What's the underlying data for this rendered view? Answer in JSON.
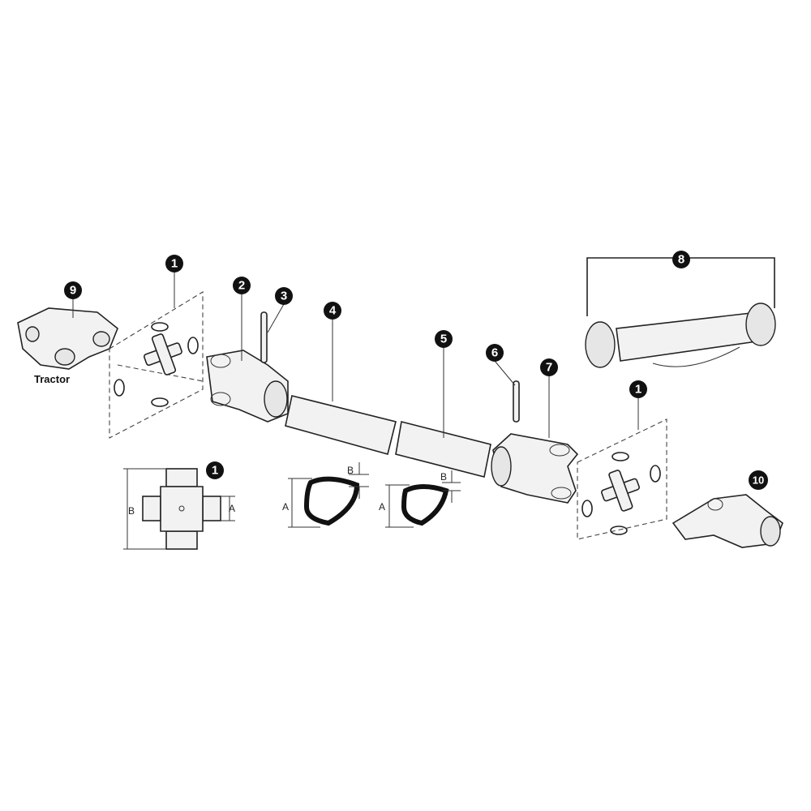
{
  "diagram": {
    "callouts": {
      "c1a": "1",
      "c2": "2",
      "c3": "3",
      "c4": "4",
      "c5": "5",
      "c6": "6",
      "c7": "7",
      "c8": "8",
      "c9": "9",
      "c1b": "1",
      "c10": "10",
      "c1c": "1"
    },
    "tractor_label": "Tractor",
    "dimensions": {
      "cross_B": "B",
      "cross_A": "A",
      "tube1_A": "A",
      "tube1_B": "B",
      "tube2_A": "A",
      "tube2_B": "B"
    }
  }
}
